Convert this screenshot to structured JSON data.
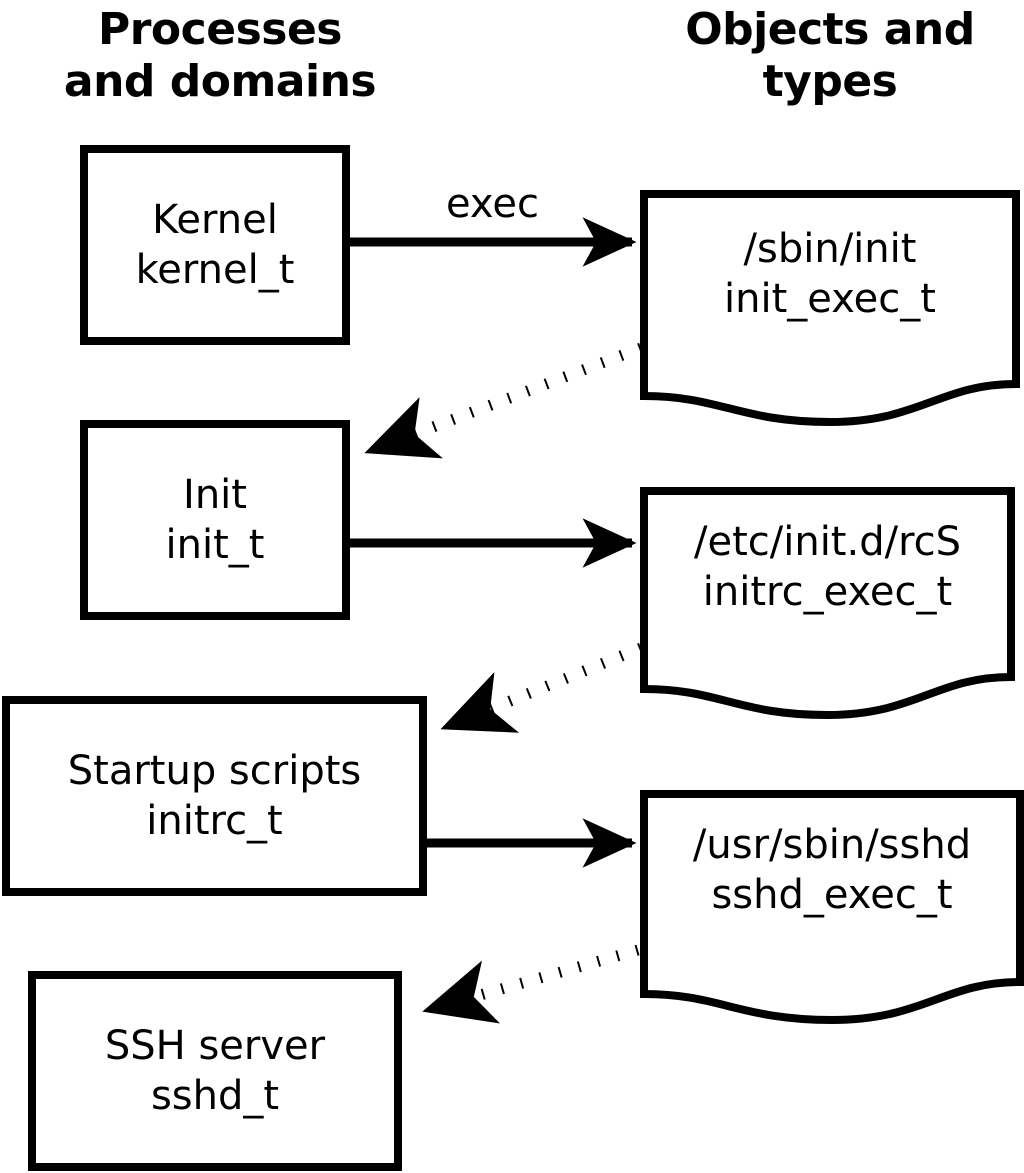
{
  "headers": {
    "left": "Processes\nand domains",
    "right": "Objects and\ntypes"
  },
  "colors": {
    "stroke": "#000000",
    "fill": "#ffffff",
    "text": "#000000"
  },
  "processes": [
    {
      "name": "Kernel",
      "type": "kernel_t"
    },
    {
      "name": "Init",
      "type": "init_t"
    },
    {
      "name": "Startup scripts",
      "type": "initrc_t"
    },
    {
      "name": "SSH server",
      "type": "sshd_t"
    }
  ],
  "objects": [
    {
      "path": "/sbin/init",
      "type": "init_exec_t"
    },
    {
      "path": "/etc/init.d/rcS",
      "type": "initrc_exec_t"
    },
    {
      "path": "/usr/sbin/sshd",
      "type": "sshd_exec_t"
    }
  ],
  "edges": {
    "exec_label": "exec",
    "solid": [
      {
        "from": "Kernel",
        "to": "/sbin/init",
        "label": "exec"
      },
      {
        "from": "Init",
        "to": "/etc/init.d/rcS",
        "label": ""
      },
      {
        "from": "Startup scripts",
        "to": "/usr/sbin/sshd",
        "label": ""
      }
    ],
    "dotted": [
      {
        "from": "/sbin/init",
        "to": "Init",
        "label": ""
      },
      {
        "from": "/etc/init.d/rcS",
        "to": "Startup scripts",
        "label": ""
      },
      {
        "from": "/usr/sbin/sshd",
        "to": "SSH server",
        "label": ""
      }
    ]
  }
}
